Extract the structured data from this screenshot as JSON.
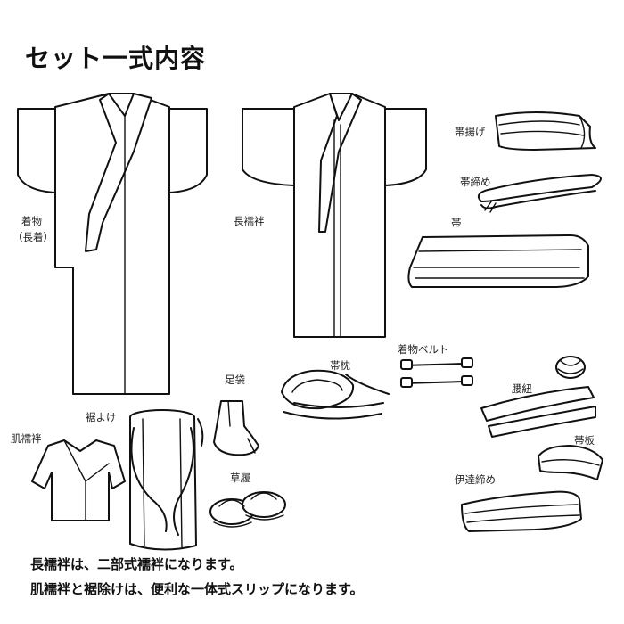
{
  "title": "セット一式内容",
  "items": {
    "kimono": "着物",
    "kimono_sub": "（長着）",
    "nagajuban": "長襦袢",
    "obiage": "帯揚げ",
    "obijime": "帯締め",
    "obi": "帯",
    "kimono_belt": "着物ベルト",
    "obimakura": "帯枕",
    "tabi": "足袋",
    "koshihimo": "腰紐",
    "susoyoke": "裾よけ",
    "hadajuban": "肌襦袢",
    "obiita": "帯板",
    "zori": "草履",
    "datejime": "伊達締め"
  },
  "notes": {
    "line1": "長襦袢は、二部式襦袢になります。",
    "line2": "肌襦袢と裾除けは、便利な一体式スリップになります。"
  }
}
